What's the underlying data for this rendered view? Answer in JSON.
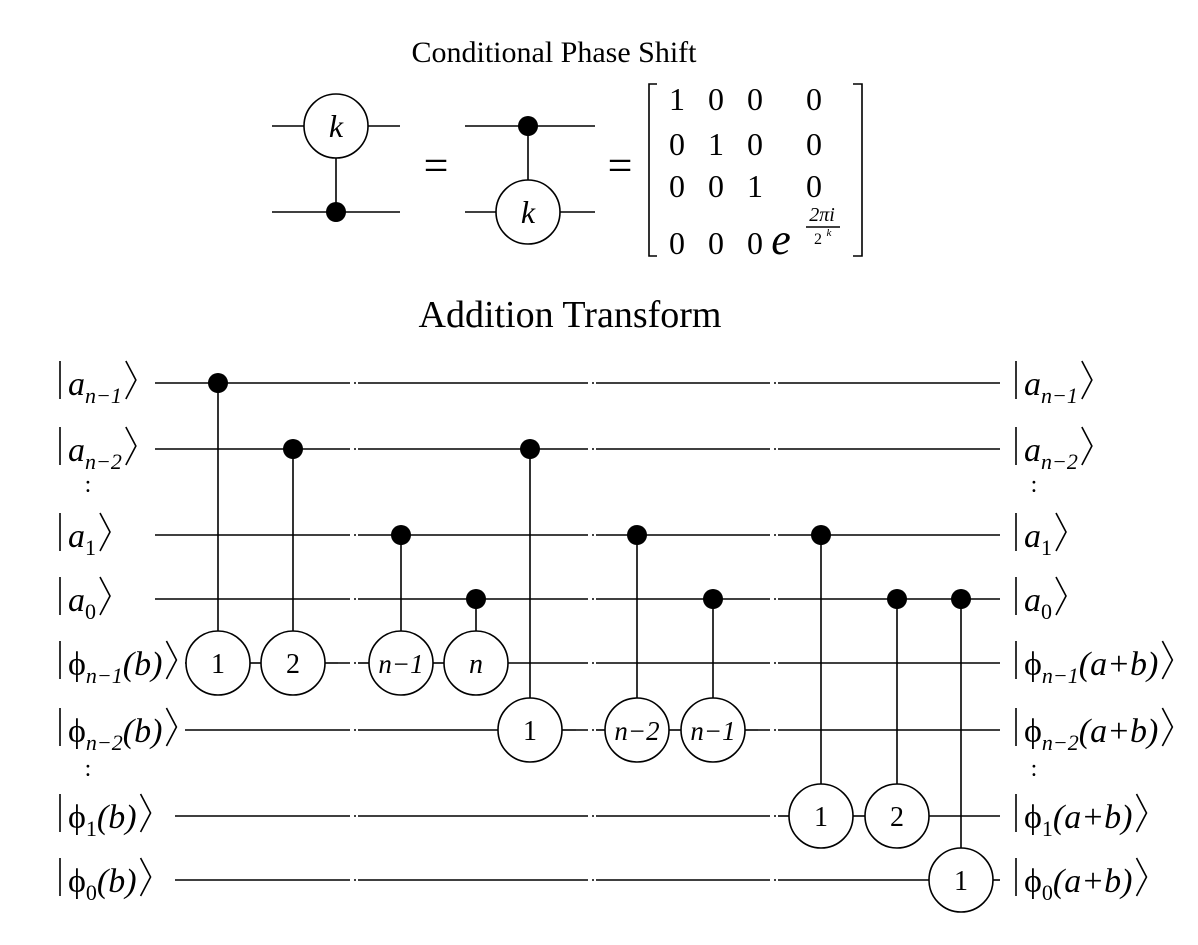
{
  "phase_shift": {
    "title": "Conditional Phase Shift",
    "gate_symbol": "k",
    "equals": "=",
    "matrix_rows": [
      [
        "1",
        "0",
        "0",
        "0"
      ],
      [
        "0",
        "1",
        "0",
        "0"
      ],
      [
        "0",
        "0",
        "1",
        "0"
      ],
      [
        "0",
        "0",
        "0",
        "e"
      ]
    ],
    "exponent_numerator": "2πi",
    "exponent_denominator_base": "2",
    "exponent_denominator_power": "k"
  },
  "addition": {
    "title": "Addition Transform",
    "vertical_ellipsis": ":",
    "inputs": [
      {
        "base": "a",
        "sub": "n−1",
        "arg": ""
      },
      {
        "base": "a",
        "sub": "n−2",
        "arg": ""
      },
      {
        "base": "a",
        "sub": "1",
        "arg": ""
      },
      {
        "base": "a",
        "sub": "0",
        "arg": ""
      },
      {
        "base": "ϕ",
        "sub": "n−1",
        "arg": "(b)"
      },
      {
        "base": "ϕ",
        "sub": "n−2",
        "arg": "(b)"
      },
      {
        "base": "ϕ",
        "sub": "1",
        "arg": "(b)"
      },
      {
        "base": "ϕ",
        "sub": "0",
        "arg": "(b)"
      }
    ],
    "outputs": [
      {
        "base": "a",
        "sub": "n−1",
        "arg": ""
      },
      {
        "base": "a",
        "sub": "n−2",
        "arg": ""
      },
      {
        "base": "a",
        "sub": "1",
        "arg": ""
      },
      {
        "base": "a",
        "sub": "0",
        "arg": ""
      },
      {
        "base": "ϕ",
        "sub": "n−1",
        "arg": "(a+b)"
      },
      {
        "base": "ϕ",
        "sub": "n−2",
        "arg": "(a+b)"
      },
      {
        "base": "ϕ",
        "sub": "1",
        "arg": "(a+b)"
      },
      {
        "base": "ϕ",
        "sub": "0",
        "arg": "(a+b)"
      }
    ],
    "gates": [
      {
        "control": 0,
        "target": 4,
        "label": "1"
      },
      {
        "control": 1,
        "target": 4,
        "label": "2"
      },
      {
        "control": 2,
        "target": 4,
        "label": "n−1"
      },
      {
        "control": 3,
        "target": 4,
        "label": "n"
      },
      {
        "control": 1,
        "target": 5,
        "label": "1"
      },
      {
        "control": 2,
        "target": 5,
        "label": "n−2"
      },
      {
        "control": 3,
        "target": 5,
        "label": "n−1"
      },
      {
        "control": 2,
        "target": 6,
        "label": "1"
      },
      {
        "control": 3,
        "target": 6,
        "label": "2"
      },
      {
        "control": 3,
        "target": 7,
        "label": "1"
      }
    ]
  }
}
